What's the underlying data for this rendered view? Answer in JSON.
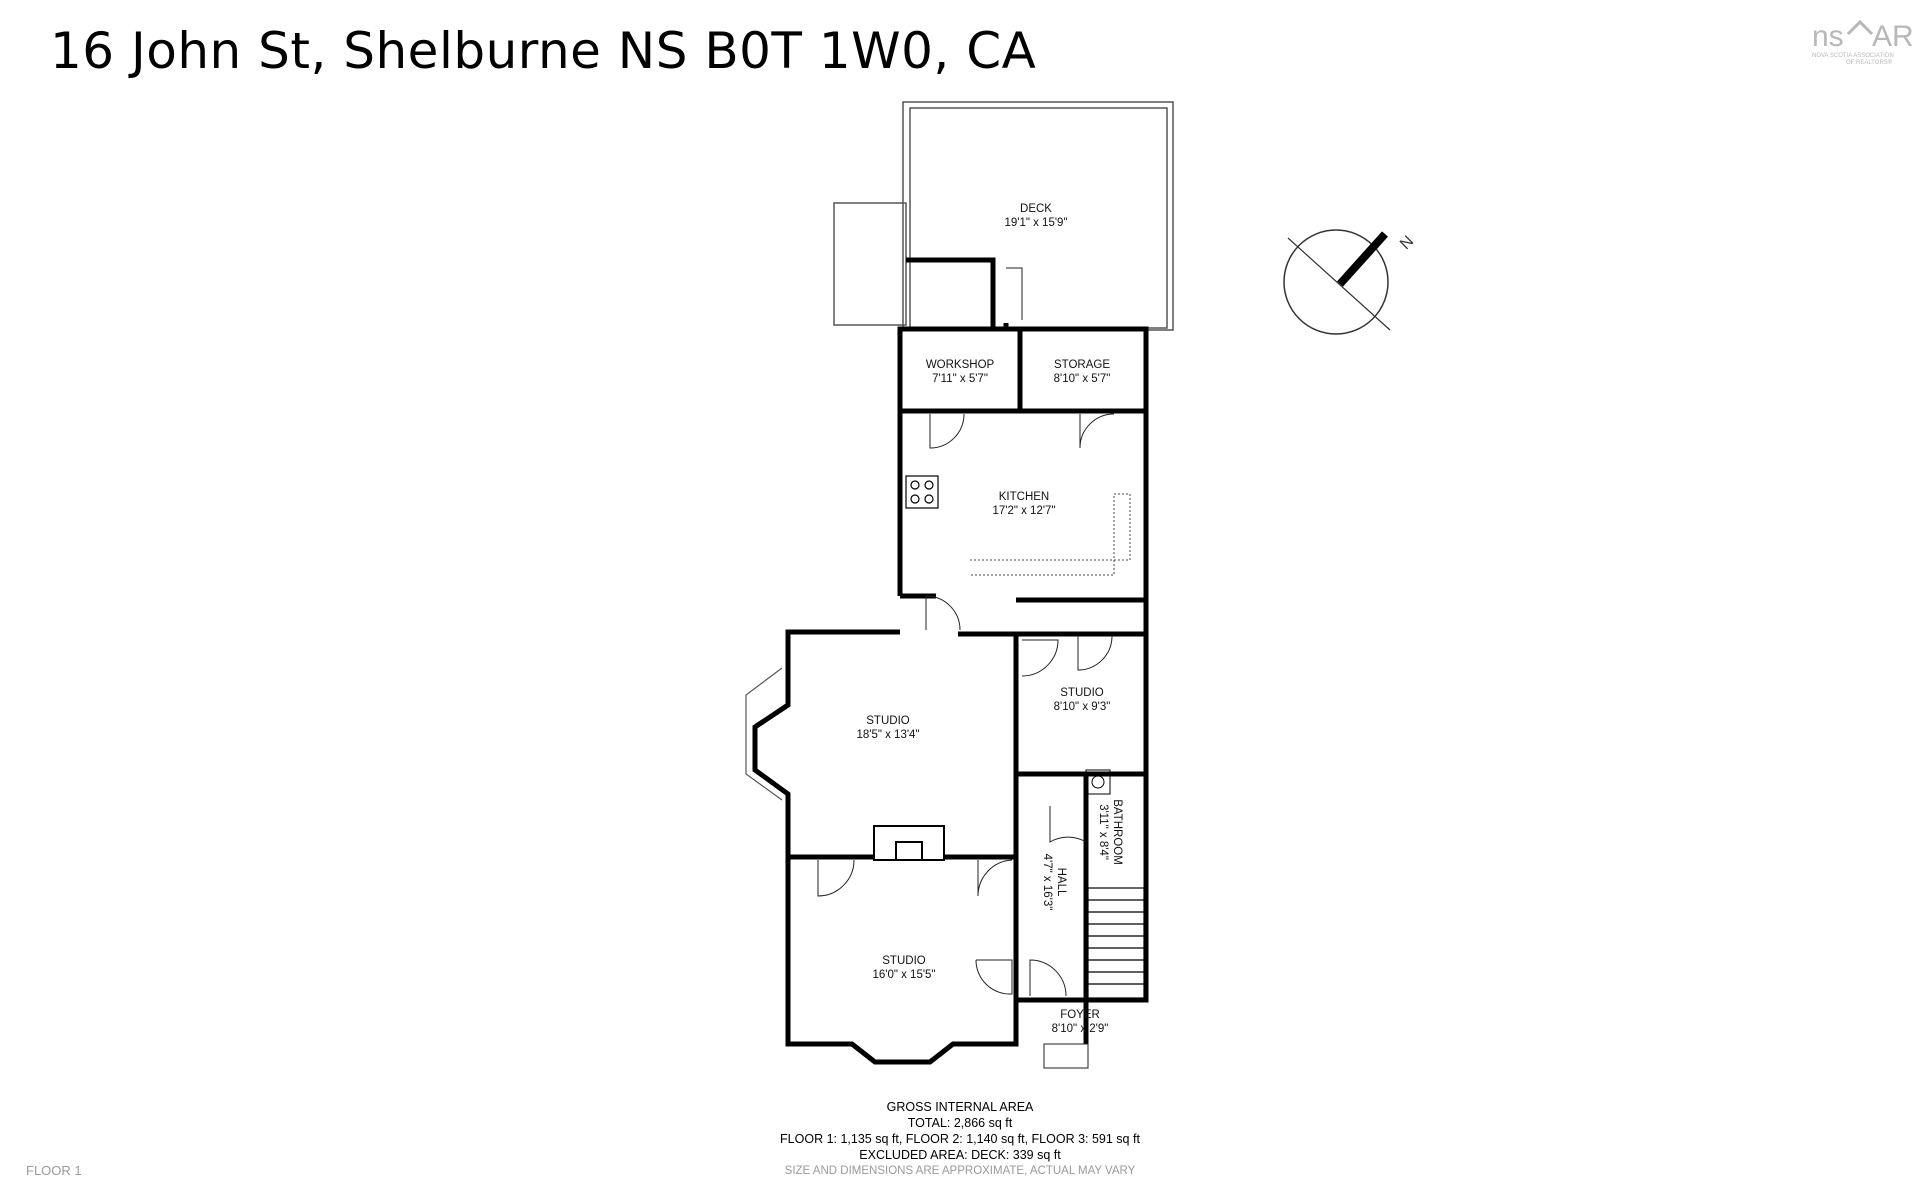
{
  "header": {
    "address": "16 John St, Shelburne NS B0T 1W0, CA"
  },
  "logo": {
    "text_ns": "ns",
    "text_ar": "AR",
    "tagline_1": "NOVA SCOTIA ASSOCIATION",
    "tagline_2": "OF REALTORS®"
  },
  "compass": {
    "label": "N",
    "icon": "compass-icon"
  },
  "rooms": {
    "deck": {
      "name": "DECK",
      "dims": "19'1\" x 15'9\""
    },
    "workshop": {
      "name": "WORKSHOP",
      "dims": "7'11\" x 5'7\""
    },
    "storage": {
      "name": "STORAGE",
      "dims": "8'10\" x 5'7\""
    },
    "kitchen": {
      "name": "KITCHEN",
      "dims": "17'2\" x 12'7\""
    },
    "studio_small": {
      "name": "STUDIO",
      "dims": "8'10\" x 9'3\""
    },
    "studio_large": {
      "name": "STUDIO",
      "dims": "18'5\" x 13'4\""
    },
    "bathroom": {
      "name": "BATHROOM",
      "dims": "3'11\" x 8'4\""
    },
    "hall": {
      "name": "HALL",
      "dims": "4'7\" x 16'3\""
    },
    "studio_front": {
      "name": "STUDIO",
      "dims": "16'0\" x 15'5\""
    },
    "foyer": {
      "name": "FOYER",
      "dims": "8'10\" x 2'9\""
    }
  },
  "footer": {
    "gia_title": "GROSS INTERNAL AREA",
    "total": "TOTAL: 2,866 sq ft",
    "floors": "FLOOR 1: 1,135 sq ft, FLOOR 2: 1,140 sq ft, FLOOR 3: 591 sq ft",
    "excluded": "EXCLUDED AREA: DECK: 339 sq ft",
    "disclaimer": "SIZE AND DIMENSIONS ARE APPROXIMATE, ACTUAL MAY VARY",
    "floor_label": "FLOOR 1"
  }
}
